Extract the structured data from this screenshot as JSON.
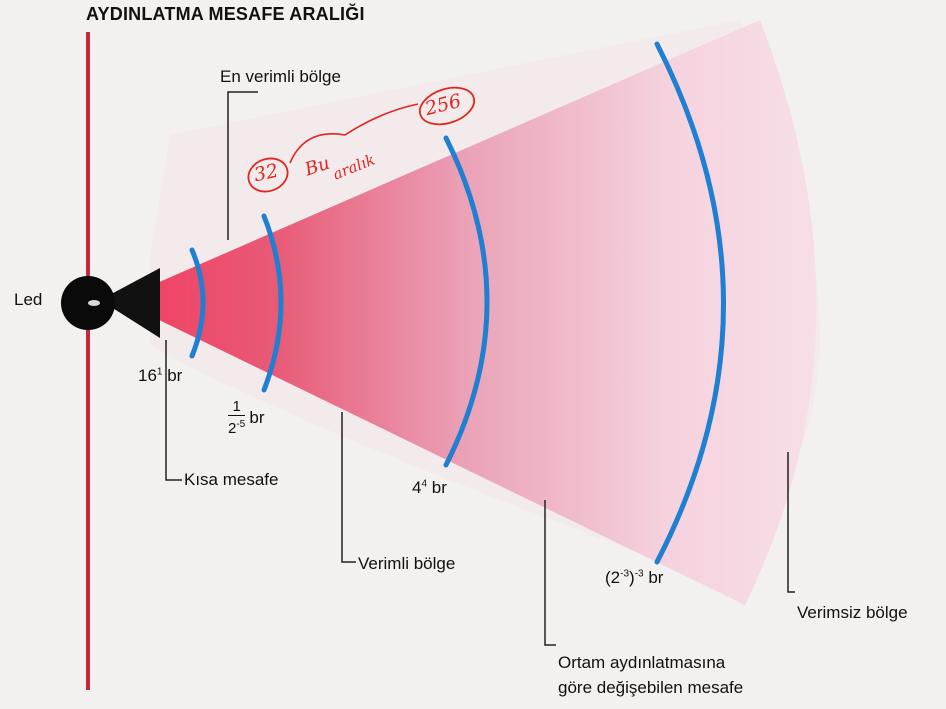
{
  "title": "AYDINLATMA MESAFE ARALIĞI",
  "source_label": "Led",
  "zones": {
    "most_efficient": "En verimli bölge",
    "short_distance": "Kısa mesafe",
    "efficient": "Verimli bölge",
    "ambient_line1": "Ortam aydınlatmasına",
    "ambient_line2": "göre değişebilen mesafe",
    "inefficient": "Verimsiz bölge"
  },
  "distances": {
    "d1_base": "16",
    "d1_exp": "1",
    "d1_unit": "br",
    "d2_num": "1",
    "d2_base": "2",
    "d2_exp": "-5",
    "d2_unit": "br",
    "d3_base": "4",
    "d3_exp": "4",
    "d3_unit": "br",
    "d4_base": "(2",
    "d4_inner_exp": "-3",
    "d4_close": ")",
    "d4_exp": "-3",
    "d4_unit": "br"
  },
  "handwritten": {
    "note_32": "32",
    "note_256": "256",
    "note_word1": "Bu",
    "note_word2": "aralık"
  },
  "colors": {
    "pole": "#c22b3c",
    "arc": "#1f7fd0",
    "beam_near": "#f23d5f",
    "beam_far": "#f6d6e1",
    "handwriting": "#e0261f"
  }
}
